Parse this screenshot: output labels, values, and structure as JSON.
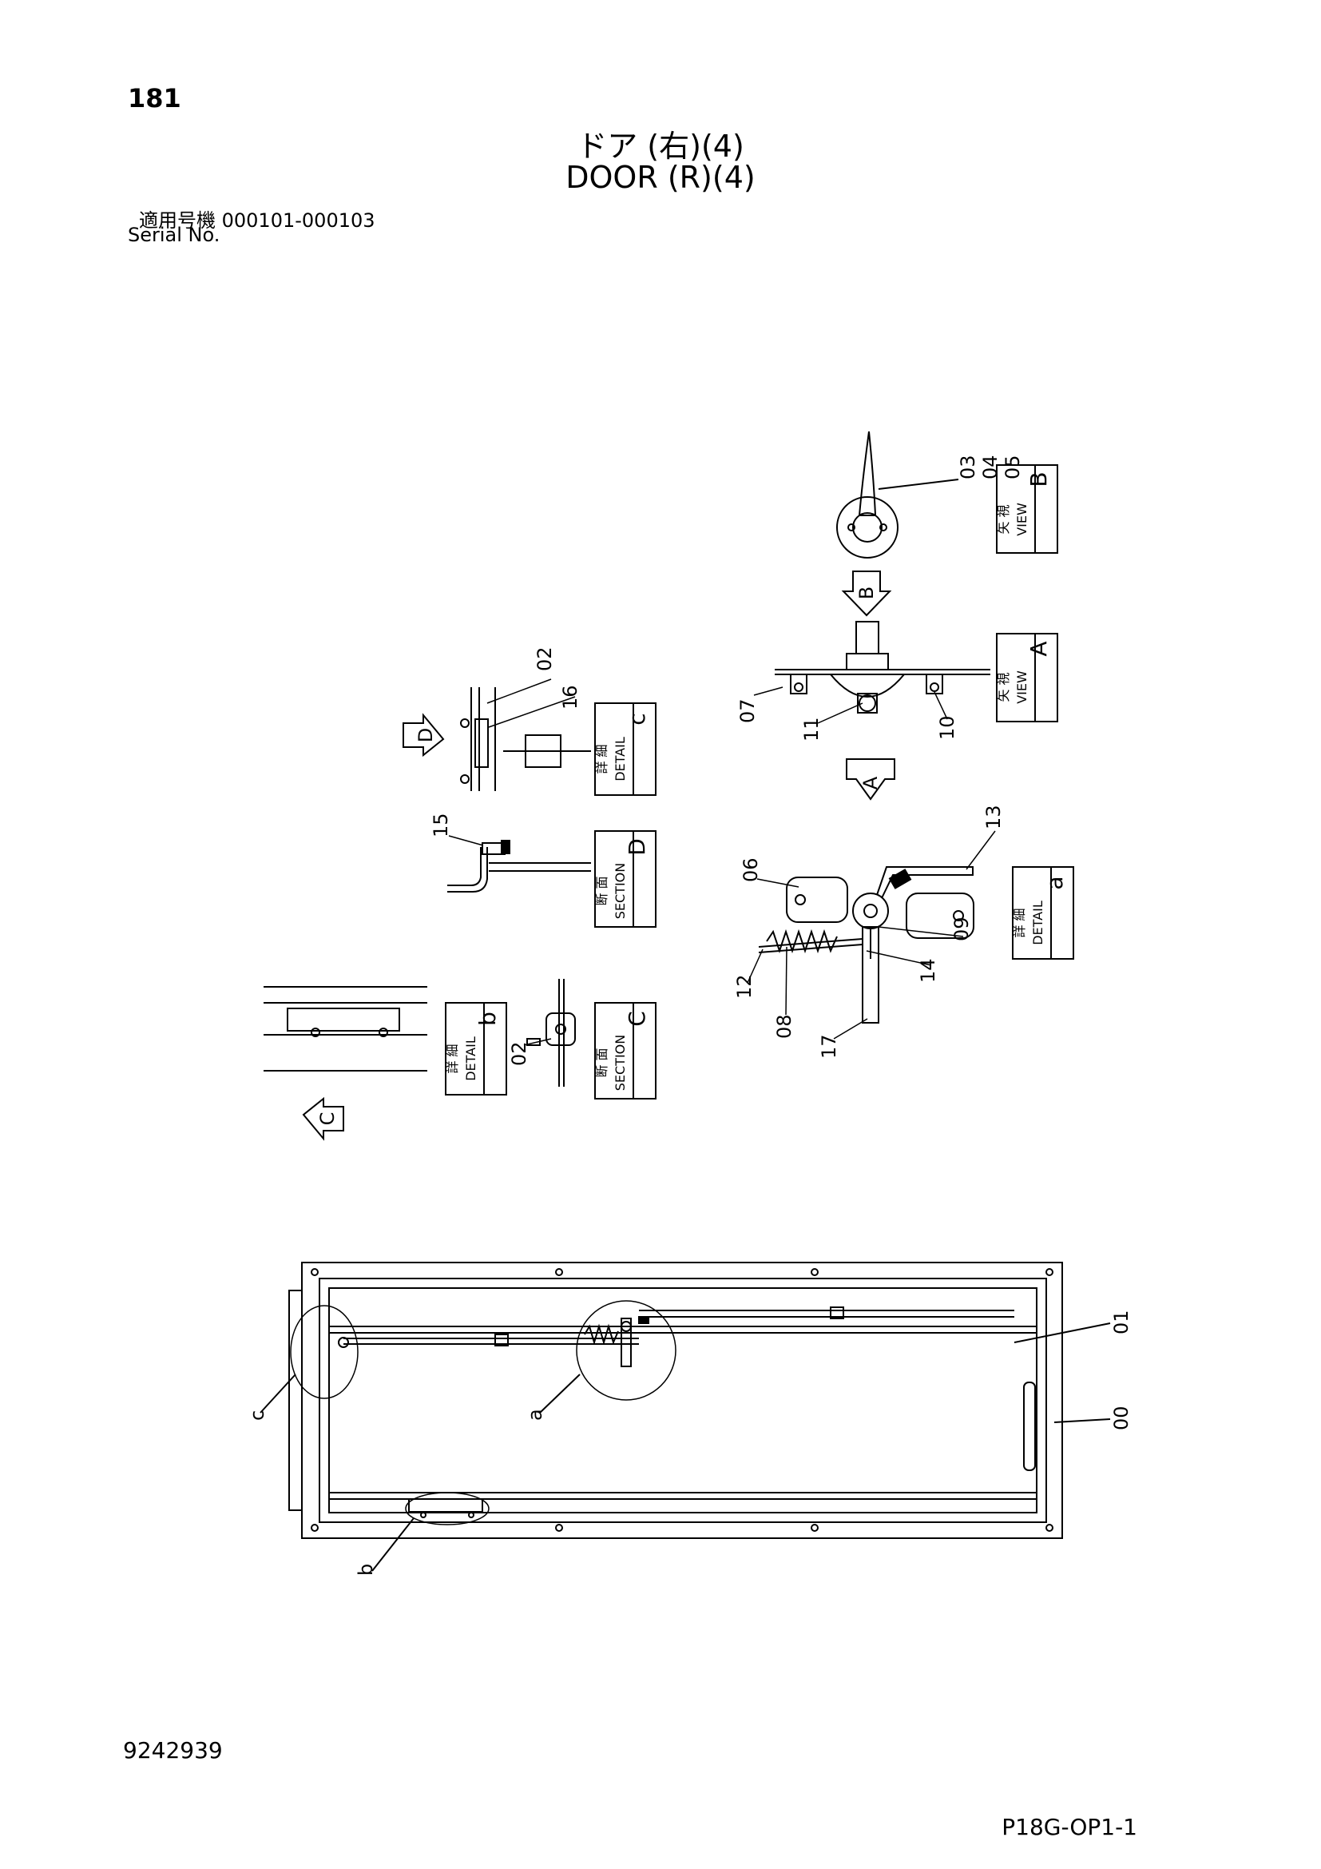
{
  "page_number": "181",
  "title_jp": "ドア (右)(4)",
  "title_en": "DOOR (R)(4)",
  "serial_jp": "適用号機  000101-000103",
  "serial_en": "Serial No.",
  "document_number": "9242939",
  "sheet_code": "P18G-OP1-1",
  "part_numbers": {
    "p00": "00",
    "p01": "01",
    "p02": "02",
    "p03": "03",
    "p04": "04",
    "p05": "05",
    "p06": "06",
    "p07": "07",
    "p08": "08",
    "p09": "09",
    "p10": "10",
    "p11": "11",
    "p12": "12",
    "p13": "13",
    "p14": "14",
    "p15": "15",
    "p16": "16",
    "p17": "17"
  },
  "detail_letters": {
    "a": "a",
    "b": "b",
    "c": "c",
    "A": "A",
    "B": "B",
    "C": "C",
    "D": "D"
  },
  "view_labels": {
    "view_jp": "矢 視",
    "view_en": "VIEW",
    "detail_jp": "詳 細",
    "detail_en": "DETAIL",
    "section_jp": "断 面",
    "section_en": "SECTION"
  }
}
